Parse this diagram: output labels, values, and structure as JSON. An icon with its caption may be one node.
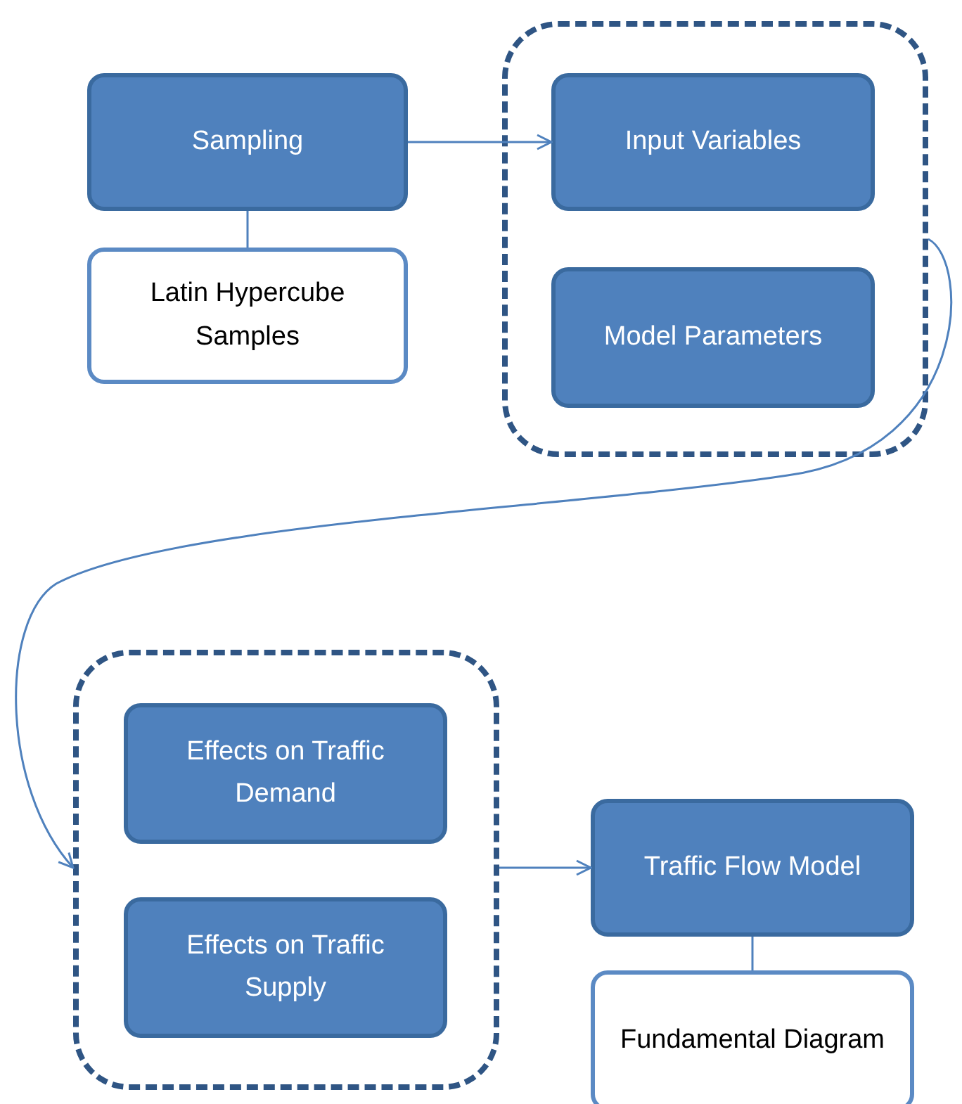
{
  "diagram": {
    "nodes": [
      {
        "text": [
          "Sampling"
        ]
      },
      {
        "text": [
          "Latin Hypercube Samples"
        ]
      },
      {
        "text": [],
        "shape": "box"
      },
      {
        "text": [
          "Input Variables"
        ],
        "in": 2
      },
      {
        "text": [
          "Model Parameters"
        ],
        "in": 2
      },
      {
        "text": [],
        "shape": "box"
      },
      {
        "text": [
          "Effects on Traffic Demand"
        ],
        "in": 5
      },
      {
        "text": [
          "Effects on Traffic Supply"
        ],
        "in": 5
      },
      {
        "text": [
          "Traffic Flow Model"
        ]
      },
      {
        "text": [
          "Fundamental Diagram"
        ]
      }
    ],
    "edges": [
      {
        "from": 0,
        "to": 3,
        "arrow": "to"
      },
      {
        "from": 0,
        "to": 1,
        "arrow": "none"
      },
      {
        "from": 2,
        "to": 5,
        "arrow": "to"
      },
      {
        "from": 5,
        "to": 8,
        "arrow": "to"
      },
      {
        "from": 8,
        "to": 9,
        "arrow": "none"
      }
    ]
  }
}
